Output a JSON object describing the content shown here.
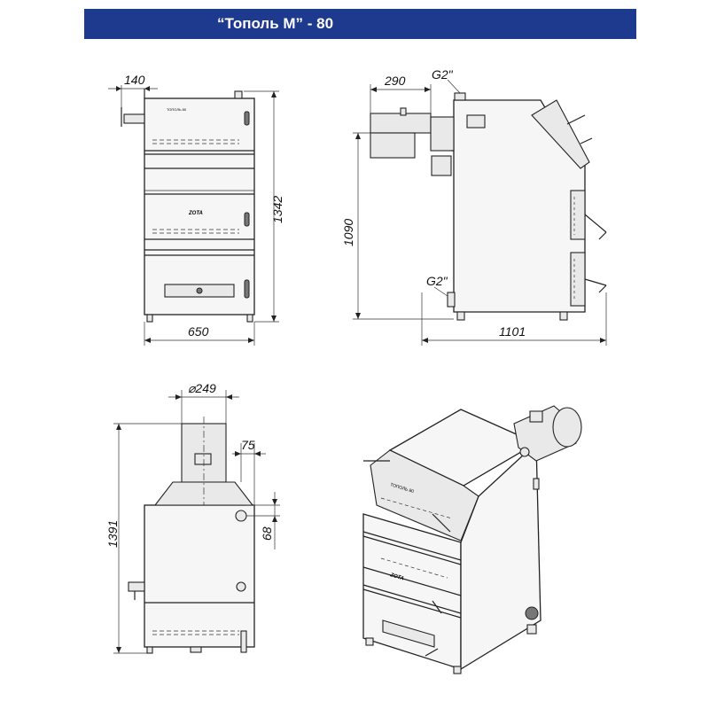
{
  "header": {
    "title": "“Тополь М” - 80",
    "bar_color": "#1e3a8f"
  },
  "front_view": {
    "width_label": "650",
    "height_label": "1342",
    "offset_label": "140",
    "brand_mark": "ZOTA",
    "model_mark": "ТОПОЛЬ 80"
  },
  "side_view": {
    "length_label": "1101",
    "height_label": "1090",
    "burner_label": "290",
    "top_fitting_label": "G2\"",
    "bottom_fitting_label": "G2\""
  },
  "rear_view": {
    "flue_diameter_label": "⌀249",
    "offset_label": "75",
    "height_label": "1391",
    "step_label": "68"
  },
  "iso_view": {
    "brand_mark": "ZOTA",
    "model_mark": "ТОПОЛЬ 80"
  }
}
